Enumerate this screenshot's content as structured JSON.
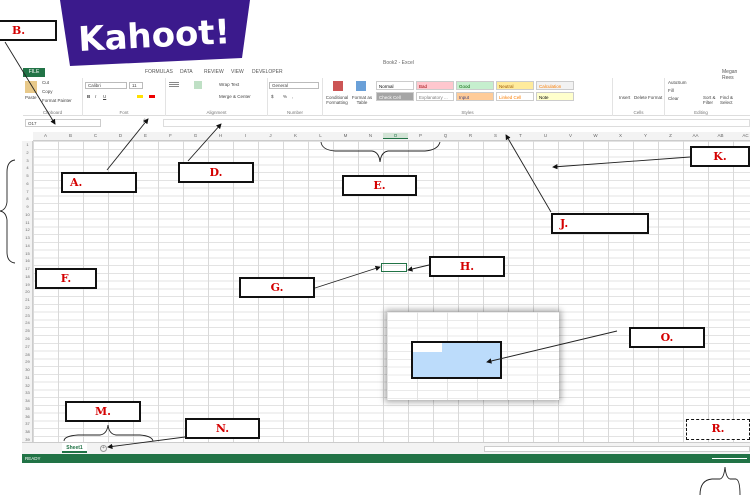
{
  "logo": {
    "text": "Kahoot!",
    "color": "#3b1a8c"
  },
  "window": {
    "title": "Book2 - Excel",
    "user": "Megan Rees"
  },
  "tabs": [
    "FILE",
    "FORMULAS",
    "DATA",
    "REVIEW",
    "VIEW",
    "DEVELOPER"
  ],
  "ribbon": {
    "clipboard": {
      "label": "Clipboard",
      "paste": "Paste",
      "cut": "Cut",
      "copy": "Copy",
      "format_painter": "Format Painter"
    },
    "font": {
      "label": "Font",
      "name": "Calibri",
      "size": "11",
      "bold": "B",
      "italic": "I",
      "underline": "U"
    },
    "alignment": {
      "label": "Alignment",
      "wrap": "Wrap Text",
      "merge": "Merge & Center"
    },
    "number": {
      "label": "Number",
      "format": "General",
      "currency": "$",
      "percent": "%",
      "comma": ","
    },
    "styles": {
      "label": "Styles",
      "conditional": "Conditional Formatting",
      "format_table": "Format as Table",
      "items": [
        {
          "name": "Normal",
          "bg": "#ffffff",
          "fg": "#000000"
        },
        {
          "name": "Bad",
          "bg": "#ffc7ce",
          "fg": "#9c0006"
        },
        {
          "name": "Good",
          "bg": "#c6efce",
          "fg": "#006100"
        },
        {
          "name": "Neutral",
          "bg": "#ffeb9c",
          "fg": "#9c5700"
        },
        {
          "name": "Calculation",
          "bg": "#f2f2f2",
          "fg": "#fa7d00"
        },
        {
          "name": "Check Cell",
          "bg": "#a5a5a5",
          "fg": "#ffffff"
        },
        {
          "name": "Explanatory ...",
          "bg": "#ffffff",
          "fg": "#7f7f7f"
        },
        {
          "name": "Input",
          "bg": "#ffcc99",
          "fg": "#3f3f76"
        },
        {
          "name": "Linked Cell",
          "bg": "#ffffff",
          "fg": "#fa7d00"
        },
        {
          "name": "Note",
          "bg": "#ffffcc",
          "fg": "#000000"
        }
      ]
    },
    "cells": {
      "label": "Cells",
      "insert": "Insert",
      "delete": "Delete",
      "format": "Format"
    },
    "editing": {
      "label": "Editing",
      "autosum": "AutoSum",
      "fill": "Fill",
      "clear": "Clear",
      "sort": "Sort & Filter",
      "find": "Find & Select"
    }
  },
  "formula_bar": {
    "name_box": "O17",
    "fx": "fx",
    "value": ""
  },
  "columns": [
    "A",
    "B",
    "C",
    "D",
    "E",
    "F",
    "G",
    "H",
    "I",
    "J",
    "K",
    "L",
    "M",
    "N",
    "O",
    "P",
    "Q",
    "R",
    "S",
    "T",
    "U",
    "V",
    "W",
    "X",
    "Y",
    "Z",
    "AA",
    "AB",
    "AC"
  ],
  "active_column": "O",
  "rows": [
    "1",
    "2",
    "3",
    "4",
    "5",
    "6",
    "7",
    "8",
    "9",
    "10",
    "11",
    "12",
    "13",
    "14",
    "15",
    "16",
    "17",
    "18",
    "19",
    "20",
    "21",
    "22",
    "23",
    "24",
    "25",
    "26",
    "27",
    "28",
    "29",
    "30",
    "31",
    "32",
    "33",
    "34",
    "35",
    "36",
    "37",
    "38",
    "39"
  ],
  "sheet": {
    "tab": "Sheet1",
    "add": "+"
  },
  "status": {
    "text": "READY"
  },
  "labels": {
    "A": "A.",
    "B": "B.",
    "D": "D.",
    "E": "E.",
    "F": "F.",
    "G": "G.",
    "H": "H.",
    "J": "J.",
    "K": "K.",
    "M": "M.",
    "N": "N.",
    "O": "O.",
    "R": "R."
  }
}
